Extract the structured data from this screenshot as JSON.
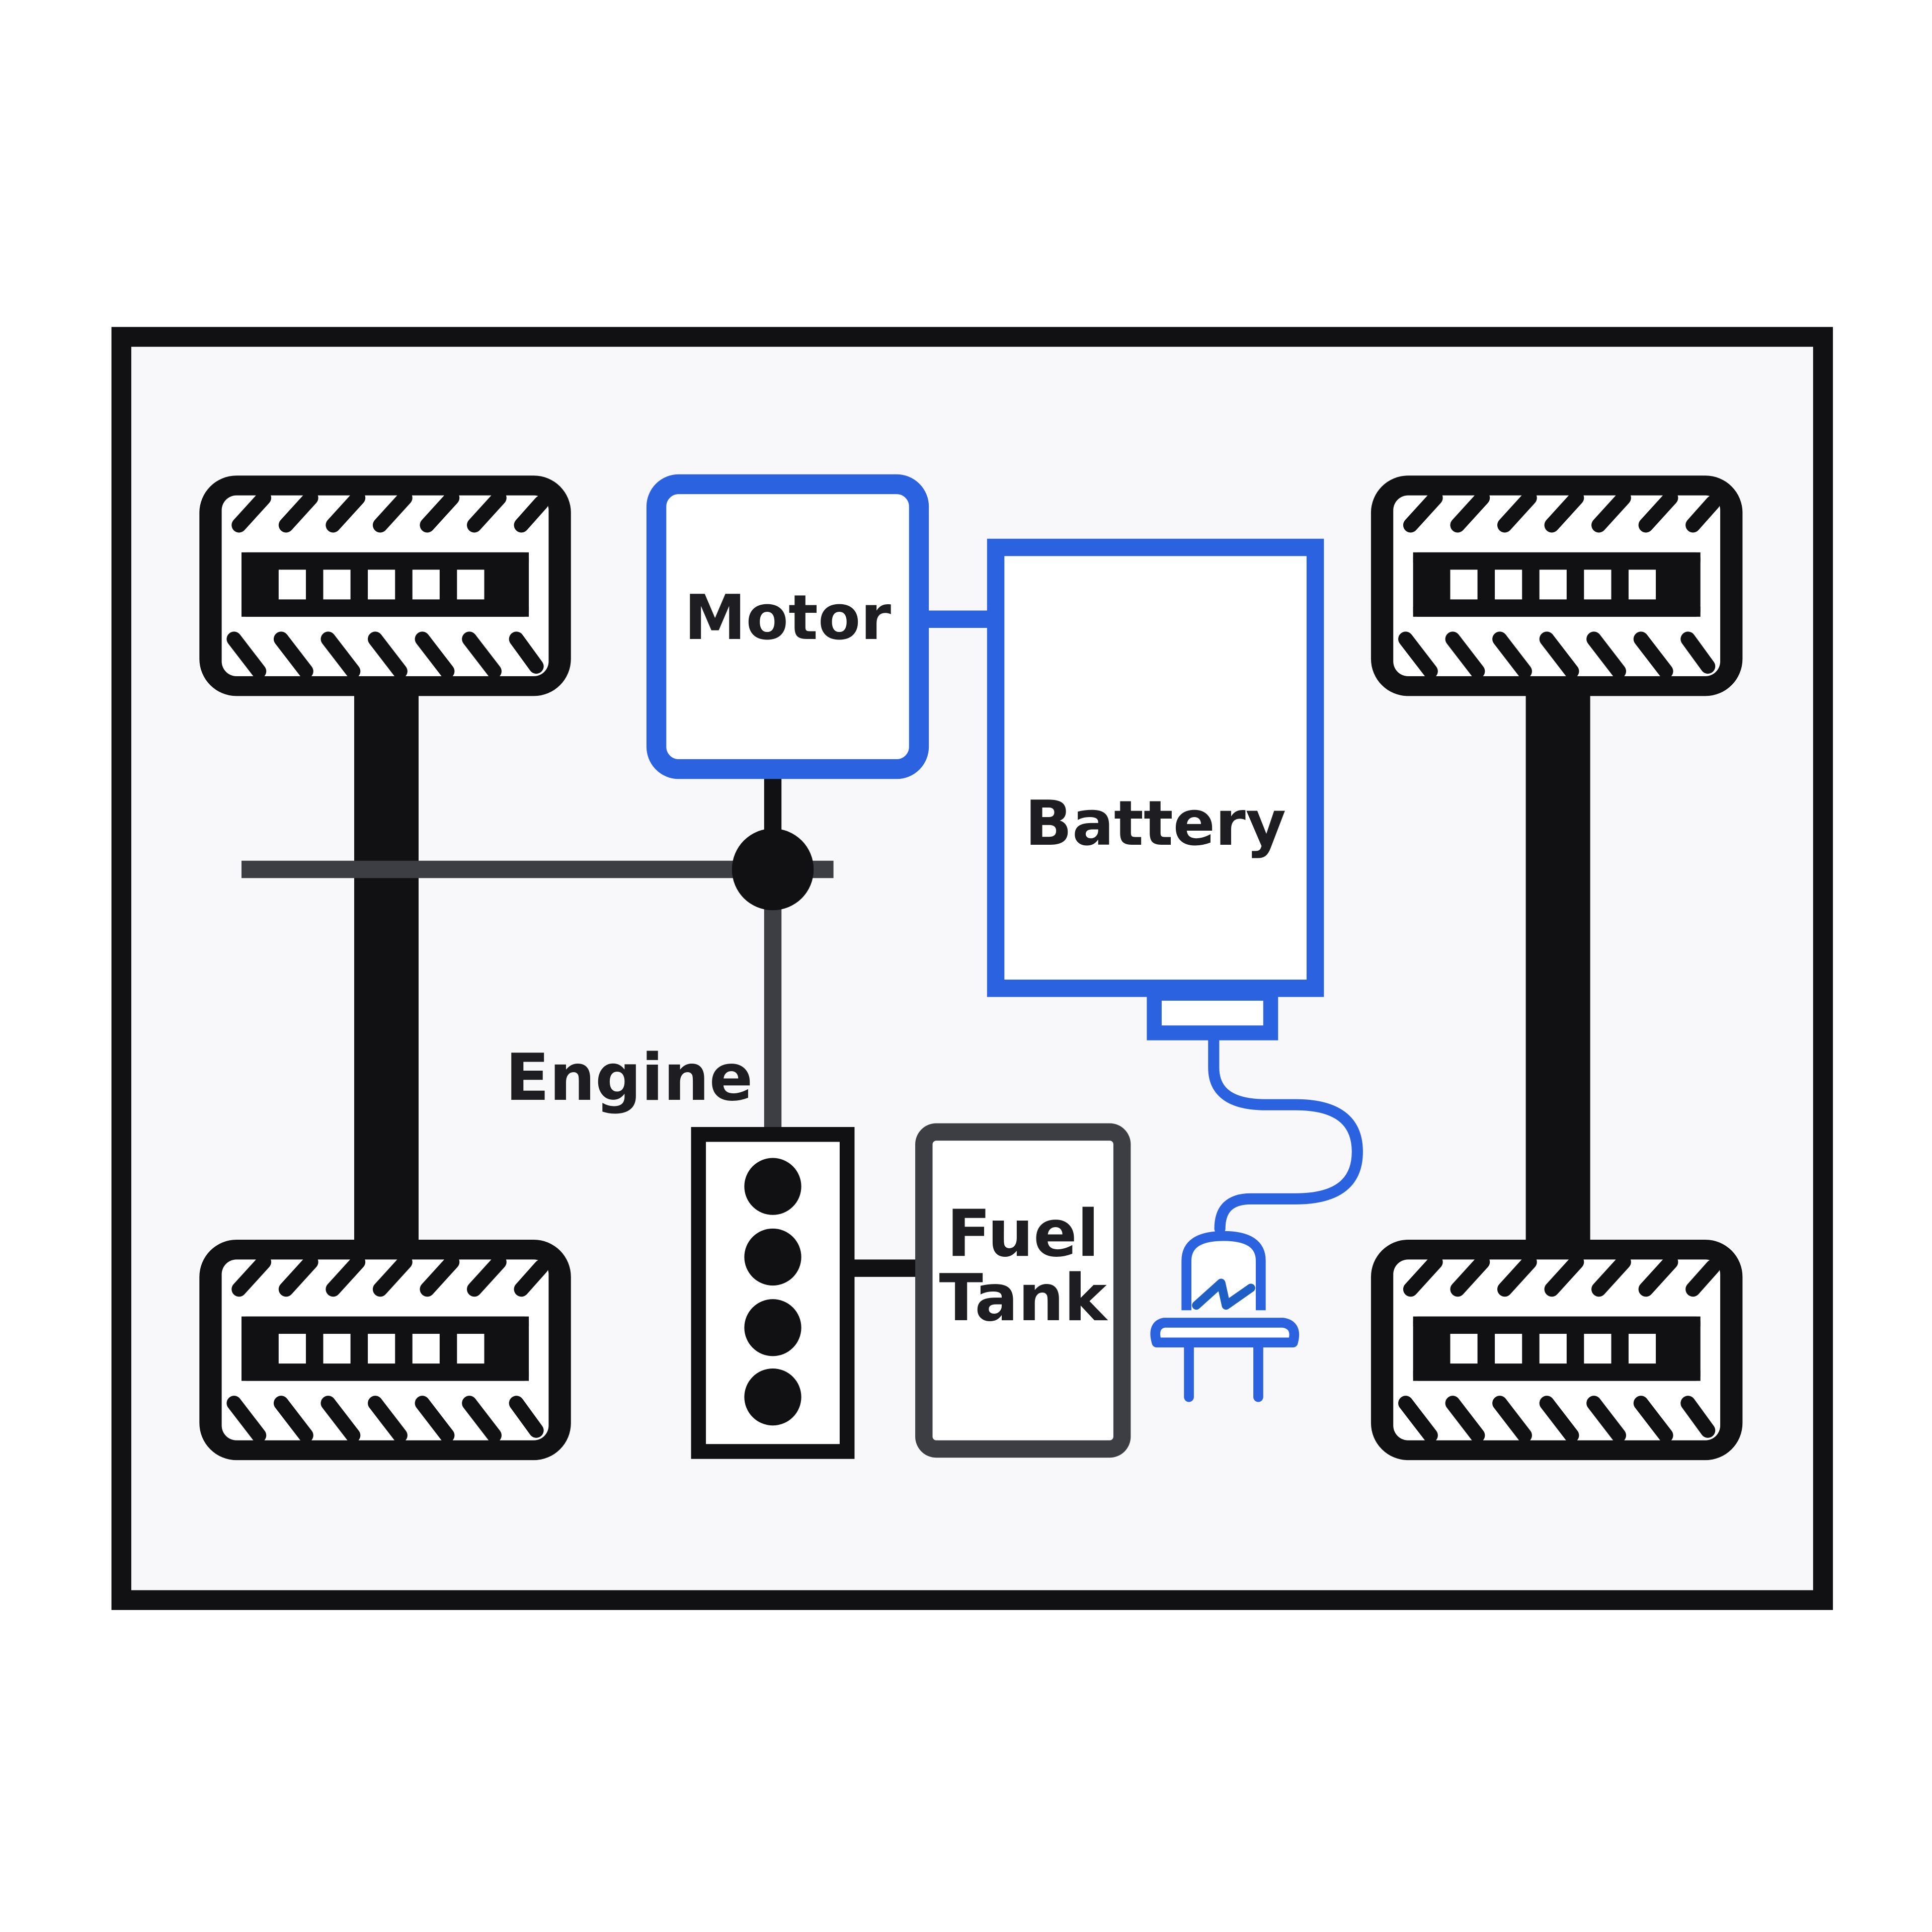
{
  "labels": {
    "motor": "Motor",
    "battery": "Battery",
    "engine": "Engine",
    "fuel_tank_line1": "Fuel",
    "fuel_tank_line2": "Tank"
  },
  "icons": {
    "tire": "tire-icon",
    "plug": "electric-plug-icon",
    "cylinders": "engine-cylinder-icon",
    "junction": "power-split-junction-icon"
  },
  "colors": {
    "frame": "#111114",
    "electric": "#2a62e0",
    "mechanical": "#3d3e44",
    "axle": "#111114",
    "background": "#f8f8fa"
  }
}
